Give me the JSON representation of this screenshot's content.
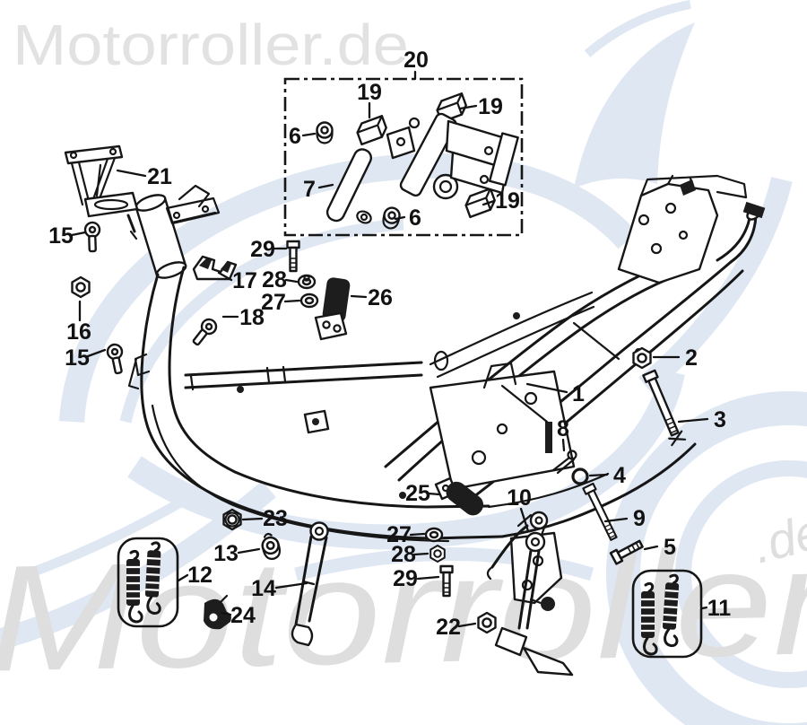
{
  "watermarks": {
    "top_left": "Motorroller.de",
    "bottom": "Motorroller",
    "bottom_suffix": ".de"
  },
  "colors": {
    "background": "#ffffff",
    "diagram_line": "#161616",
    "watermark_gray": "#dedede",
    "watermark_blue": "#dfe7f3",
    "black_parts": "#1d1d1d"
  },
  "figure": {
    "kind": "exploded-parts-diagram"
  },
  "callouts": [
    {
      "label": "20"
    },
    {
      "label": "19"
    },
    {
      "label": "6"
    },
    {
      "label": "7"
    },
    {
      "label": "19"
    },
    {
      "label": "19"
    },
    {
      "label": "6"
    },
    {
      "label": "21"
    },
    {
      "label": "15"
    },
    {
      "label": "16"
    },
    {
      "label": "15"
    },
    {
      "label": "17"
    },
    {
      "label": "18"
    },
    {
      "label": "29"
    },
    {
      "label": "28"
    },
    {
      "label": "27"
    },
    {
      "label": "26"
    },
    {
      "label": "1"
    },
    {
      "label": "2"
    },
    {
      "label": "3"
    },
    {
      "label": "8"
    },
    {
      "label": "4"
    },
    {
      "label": "9"
    },
    {
      "label": "5"
    },
    {
      "label": "25"
    },
    {
      "label": "10"
    },
    {
      "label": "23"
    },
    {
      "label": "13"
    },
    {
      "label": "14"
    },
    {
      "label": "24"
    },
    {
      "label": "27"
    },
    {
      "label": "28"
    },
    {
      "label": "29"
    },
    {
      "label": "22"
    },
    {
      "label": "12"
    },
    {
      "label": "11"
    }
  ]
}
